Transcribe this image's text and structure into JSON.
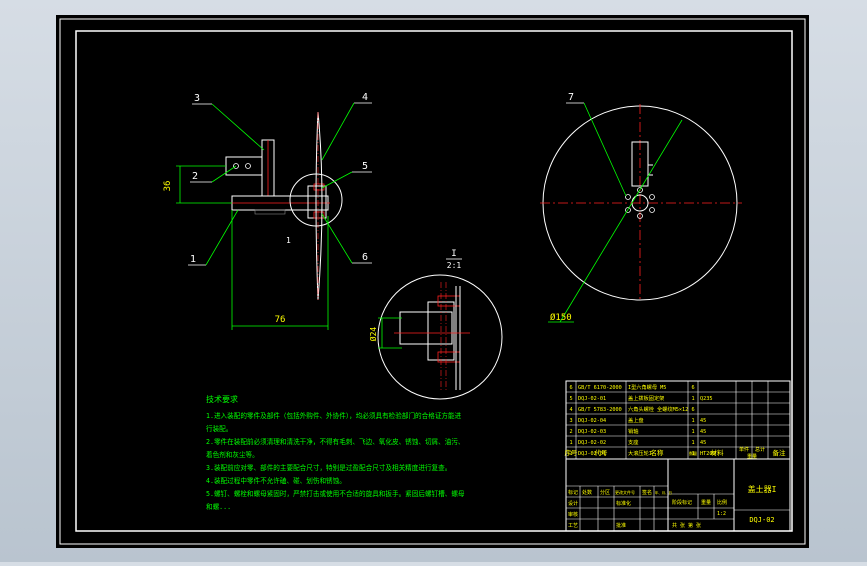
{
  "callouts": {
    "c1": "1",
    "c2": "2",
    "c3": "3",
    "c4": "4",
    "c5": "5",
    "c6": "6",
    "c7": "7",
    "c1b": "1"
  },
  "dimensions": {
    "height_36": "36",
    "width_76": "76",
    "dia_150": "Ø150",
    "detail_dim": "Ø24",
    "detail_label_top": "I",
    "detail_label_scale": "2:1"
  },
  "notes": {
    "title": "技术要求",
    "lines": [
      "1.进入装配的零件及部件（包括外购件、外协件），均必须具有检验部门的合格证方能进",
      "行装配。",
      "2.零件在装配前必须清理和清洗干净，不得有毛刺、飞边、氧化皮、锈蚀、切屑、油污、",
      "着色剂和灰尘等。",
      "3.装配前应对零、部件的主要配合尺寸，特别是过盈配合尺寸及相关精度进行复查。",
      "4.装配过程中零件不允许磕、碰、划伤和锈蚀。",
      "5.螺钉、螺栓和螺母紧固时，严禁打击或使用不合适的旋具和扳手。紧固后螺钉槽、螺母",
      "和螺..."
    ]
  },
  "bom": {
    "rows": [
      {
        "no": "6",
        "code": "GB/T 6170-2000",
        "name": "I型六角螺母 M5",
        "qty": "6",
        "mat": ""
      },
      {
        "no": "5",
        "code": "DQJ-02-01",
        "name": "盖上拨板固定架",
        "qty": "1",
        "mat": "Q235"
      },
      {
        "no": "4",
        "code": "GB/T 5783-2000",
        "name": "六角头螺栓 全螺纹M5×12",
        "qty": "6",
        "mat": ""
      },
      {
        "no": "3",
        "code": "DQJ-02-04",
        "name": "盖上盘",
        "qty": "1",
        "mat": "45"
      },
      {
        "no": "2",
        "code": "DQJ-02-03",
        "name": "销轴",
        "qty": "1",
        "mat": "45"
      },
      {
        "no": "1",
        "code": "DQJ-02-02",
        "name": "支座",
        "qty": "1",
        "mat": "45"
      },
      {
        "no": "1",
        "code": "DQJ-02-01",
        "name": "大滚压轮I",
        "qty": "1",
        "mat": "HT200"
      }
    ],
    "header": {
      "no": "序号",
      "code": "代号",
      "name": "名称",
      "qty": "数量",
      "mat": "材料",
      "unit_wt": "单件",
      "total_wt": "总计",
      "wt": "重量",
      "remark": "备注"
    }
  },
  "title_block": {
    "drawing_name": "盖土器I",
    "drawing_no": "DQJ-02",
    "mark": "标记",
    "count": "处数",
    "zone": "分区",
    "change_no": "更改文件号",
    "sign": "签名",
    "date": "年、月、日",
    "design": "设计",
    "standard": "标准化",
    "stage": "阶段标记",
    "weight": "重量",
    "scale": "比例",
    "review": "审核",
    "process": "工艺",
    "approve": "批准",
    "scale_val": "1:2",
    "sheets": "共 张 第 张"
  },
  "colors": {
    "background": "#000000",
    "frame": "#ffffff",
    "leader": "#00ff00",
    "part_red": "#ff2020",
    "text_yellow": "#ffff00",
    "text_green": "#00ff00"
  }
}
